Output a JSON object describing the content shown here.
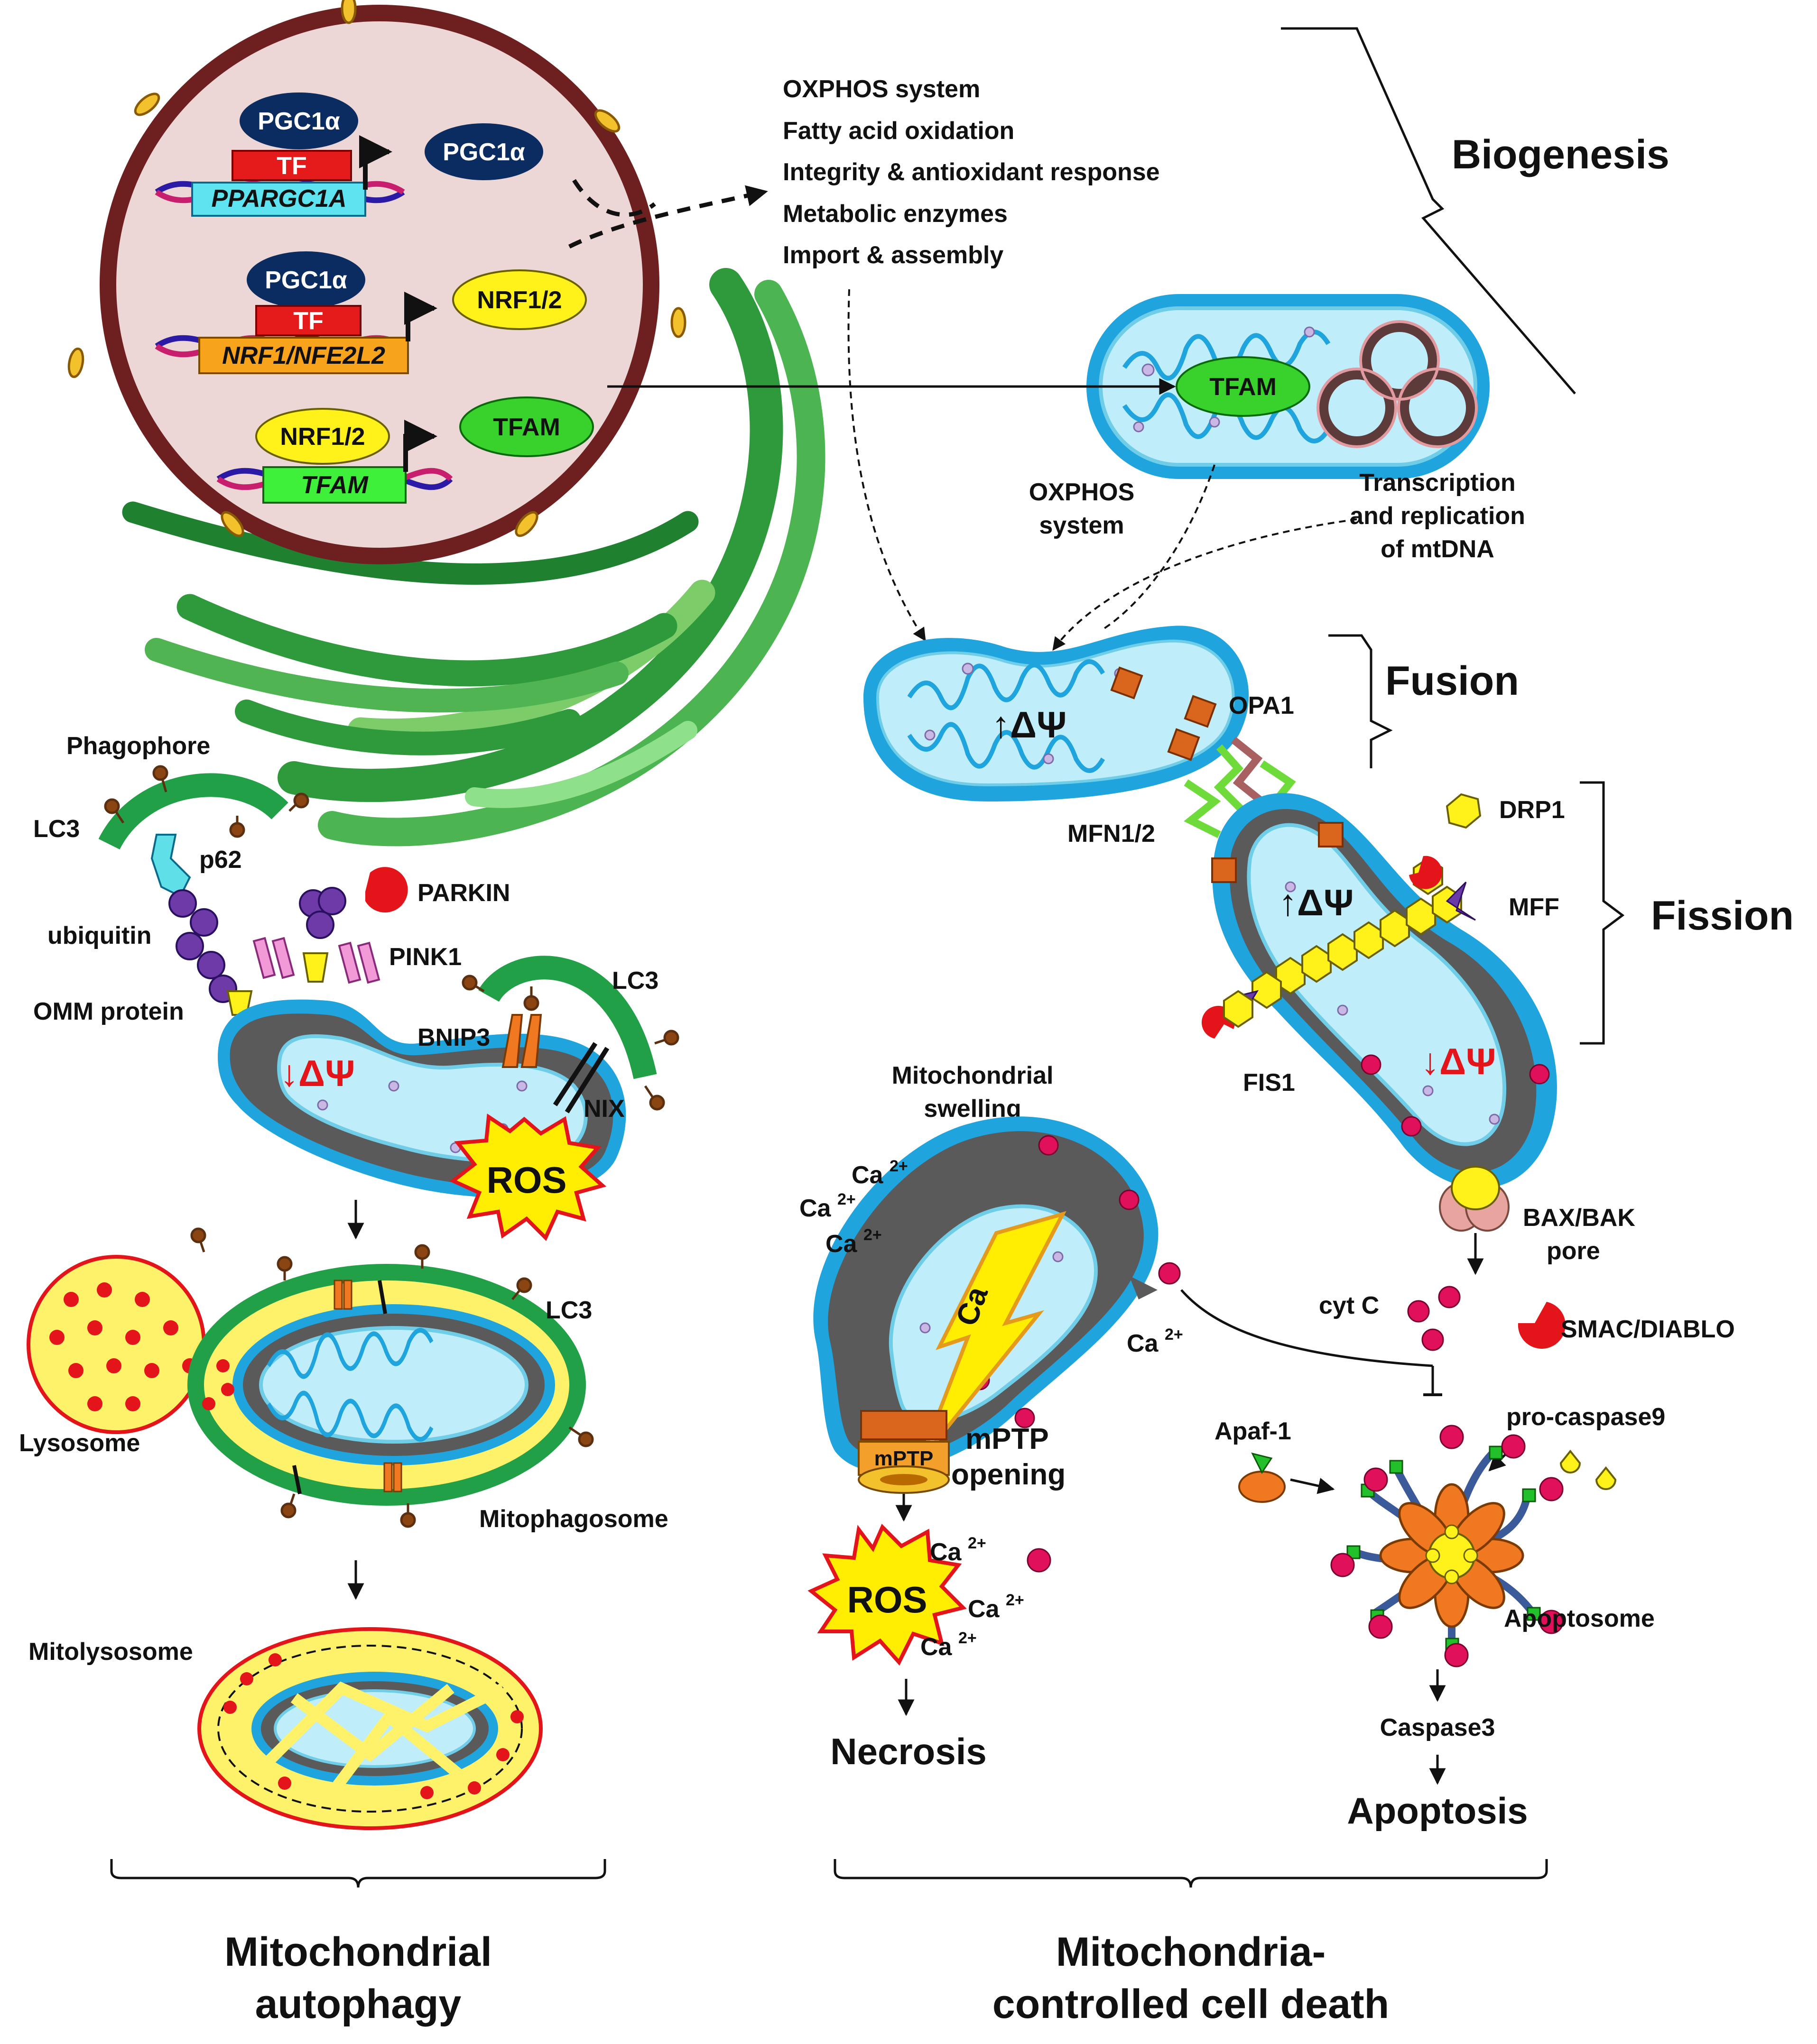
{
  "nucleus": {
    "genes": {
      "pgc1a_gene": "PPARGC1A",
      "nrf_gene": "NRF1/NFE2L2",
      "tfam_gene": "TFAM"
    },
    "factors": {
      "pgc1a": "PGC1α",
      "tf": "TF",
      "nrf12": "NRF1/2",
      "tfam": "TFAM"
    }
  },
  "biogenesis": {
    "targets": [
      "OXPHOS system",
      "Fatty acid oxidation",
      "Integrity & antioxidant response",
      "Metabolic enzymes",
      "Import & assembly"
    ],
    "title": "Biogenesis",
    "tfam_label": "TFAM",
    "oxphos_line1": "OXPHOS",
    "oxphos_line2": "system",
    "mtdna_line1": "Transcription",
    "mtdna_line2": "and replication",
    "mtdna_line3": "of mtDNA"
  },
  "dynamics": {
    "fusion_title": "Fusion",
    "fission_title": "Fission",
    "opa1": "OPA1",
    "mfn": "MFN1/2",
    "drp1": "DRP1",
    "mff": "MFF",
    "fis1": "FIS1",
    "delta_psi_up": "↑ΔΨ",
    "delta_psi_down": "↓ΔΨ"
  },
  "autophagy": {
    "phagophore": "Phagophore",
    "lc3": "LC3",
    "p62": "p62",
    "ubiquitin": "ubiquitin",
    "parkin": "PARKIN",
    "pink1": "PINK1",
    "omm_protein": "OMM  protein",
    "bnip3": "BNIP3",
    "nix": "NIX",
    "ros": "ROS",
    "lysosome": "Lysosome",
    "mitophagosome": "Mitophagosome",
    "mitolysosome": "Mitolysosome",
    "title_line1": "Mitochondrial",
    "title_line2": "autophagy"
  },
  "cell_death": {
    "swelling_line1": "Mitochondrial",
    "swelling_line2": "swelling",
    "ca": "Ca",
    "ca_sup": "2+",
    "mptp": "mPTP",
    "mptp_opening_line1": "mPTP",
    "mptp_opening_line2": "opening",
    "ros": "ROS",
    "necrosis": "Necrosis",
    "bax_bak_line1": "BAX/BAK",
    "bax_bak_line2": "pore",
    "cyt_c": "cyt C",
    "smac": "SMAC/DIABLO",
    "apaf1": "Apaf-1",
    "pro_caspase9": "pro-caspase9",
    "apoptosome": "Apoptosome",
    "caspase3": "Caspase3",
    "apoptosis": "Apoptosis",
    "title_line1": "Mitochondria-",
    "title_line2": "controlled cell death"
  },
  "colors": {
    "nucleus_envelope": "#6e2020",
    "nucleoplasm": "#ecd6d6",
    "er_green": "#2f9a3c",
    "mito_outer": "#1fa4de",
    "mito_matrix": "#bfeefa",
    "pgc_navy": "#0b2c61",
    "tf_red": "#e51b1b",
    "nrf_yellow": "#fff21a",
    "tfam_green": "#39d12b",
    "ros_yellow": "#ffee00",
    "cytc_pink": "#e0105a"
  }
}
